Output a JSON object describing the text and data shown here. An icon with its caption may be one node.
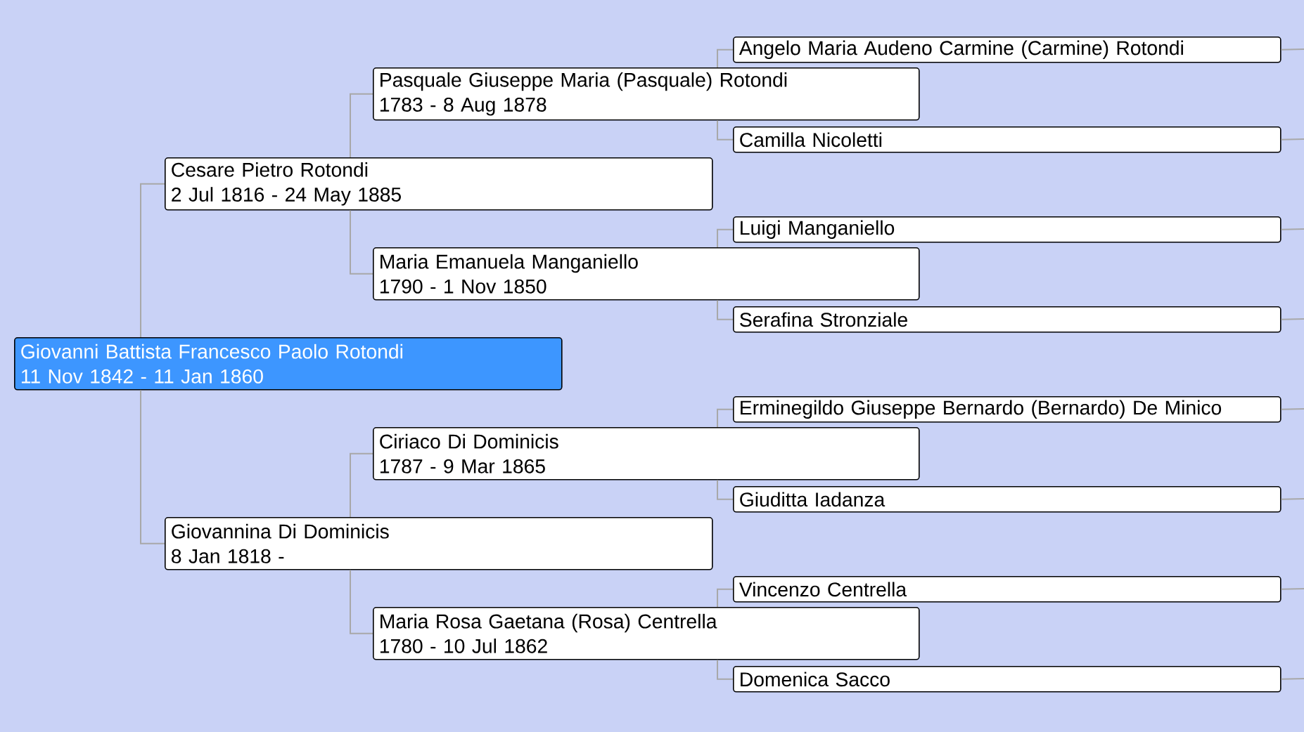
{
  "diagram": {
    "nodes": [
      {
        "text": [
          "Giovanni Battista Francesco Paolo Rotondi",
          "11 Nov 1842 - 11 Jan 1860"
        ]
      },
      {
        "text": [
          "Cesare Pietro Rotondi",
          "2 Jul 1816 - 24 May 1885"
        ]
      },
      {
        "text": [
          "Pasquale Giuseppe Maria (Pasquale) Rotondi",
          "1783 - 8 Aug 1878"
        ]
      },
      {
        "text": [
          "Angelo Maria Audeno Carmine (Carmine) Rotondi"
        ]
      },
      {
        "text": [
          "Camilla Nicoletti"
        ]
      },
      {
        "text": [
          "Maria Emanuela Manganiello",
          "1790 - 1 Nov 1850"
        ]
      },
      {
        "text": [
          "Luigi Manganiello"
        ]
      },
      {
        "text": [
          "Serafina Stronziale"
        ]
      },
      {
        "text": [
          "Giovannina Di Dominicis",
          "8 Jan 1818 -"
        ]
      },
      {
        "text": [
          "Ciriaco Di Dominicis",
          "1787 - 9 Mar 1865"
        ]
      },
      {
        "text": [
          "Erminegildo Giuseppe Bernardo (Bernardo) De Minico"
        ]
      },
      {
        "text": [
          "Giuditta Iadanza"
        ]
      },
      {
        "text": [
          "Maria Rosa Gaetana (Rosa) Centrella",
          "1780 - 10 Jul 1862"
        ]
      },
      {
        "text": [
          "Vincenzo Centrella"
        ]
      },
      {
        "text": [
          "Domenica Sacco"
        ]
      }
    ],
    "edges": [
      {
        "from": 0,
        "to": 1,
        "arrow": "none"
      },
      {
        "from": 1,
        "to": 2,
        "arrow": "none"
      },
      {
        "from": 2,
        "to": 3,
        "arrow": "none"
      },
      {
        "from": 2,
        "to": 4,
        "arrow": "none"
      },
      {
        "from": 1,
        "to": 5,
        "arrow": "none"
      },
      {
        "from": 5,
        "to": 6,
        "arrow": "none"
      },
      {
        "from": 5,
        "to": 7,
        "arrow": "none"
      },
      {
        "from": 0,
        "to": 8,
        "arrow": "none"
      },
      {
        "from": 8,
        "to": 9,
        "arrow": "none"
      },
      {
        "from": 9,
        "to": 10,
        "arrow": "none"
      },
      {
        "from": 9,
        "to": 11,
        "arrow": "none"
      },
      {
        "from": 8,
        "to": 12,
        "arrow": "none"
      },
      {
        "from": 12,
        "to": 13,
        "arrow": "none"
      },
      {
        "from": 12,
        "to": 14,
        "arrow": "none"
      }
    ]
  }
}
